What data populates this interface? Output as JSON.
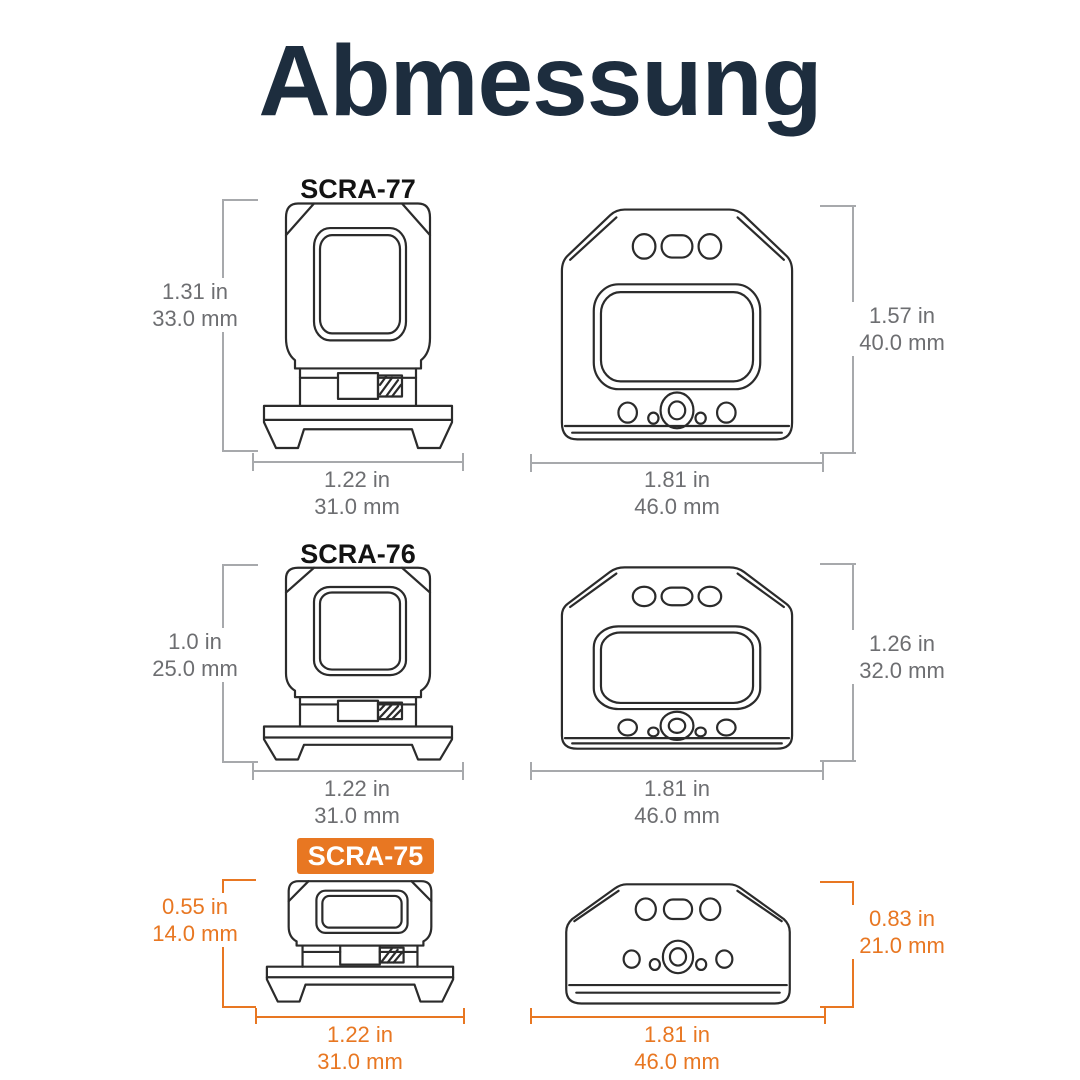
{
  "title": "Abmessung",
  "colors": {
    "title": "#1d2d3e",
    "dimension_line": "#a7a9ac",
    "dimension_text": "#6d6e71",
    "accent": "#e87722",
    "highlight_label_text": "#ffffff",
    "drawing_line": "#2b2b2b",
    "background": "#ffffff"
  },
  "rows": [
    {
      "model": "SCRA-77",
      "highlighted": false,
      "side": {
        "height_in": "1.31 in",
        "height_mm": "33.0 mm",
        "width_in": "1.22 in",
        "width_mm": "31.0 mm"
      },
      "front": {
        "height_in": "1.57 in",
        "height_mm": "40.0 mm",
        "width_in": "1.81 in",
        "width_mm": "46.0 mm"
      }
    },
    {
      "model": "SCRA-76",
      "highlighted": false,
      "side": {
        "height_in": "1.0 in",
        "height_mm": "25.0 mm",
        "width_in": "1.22 in",
        "width_mm": "31.0 mm"
      },
      "front": {
        "height_in": "1.26 in",
        "height_mm": "32.0 mm",
        "width_in": "1.81 in",
        "width_mm": "46.0 mm"
      }
    },
    {
      "model": "SCRA-75",
      "highlighted": true,
      "side": {
        "height_in": "0.55 in",
        "height_mm": "14.0 mm",
        "width_in": "1.22 in",
        "width_mm": "31.0 mm"
      },
      "front": {
        "height_in": "0.83 in",
        "height_mm": "21.0 mm",
        "width_in": "1.81 in",
        "width_mm": "46.0 mm"
      }
    }
  ]
}
